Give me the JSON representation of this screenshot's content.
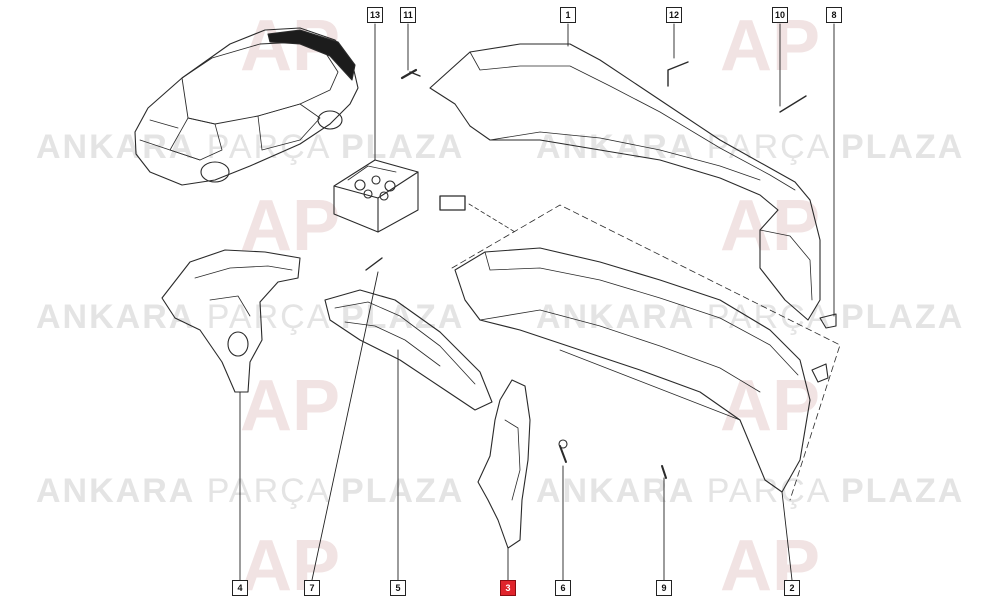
{
  "watermark": {
    "brand_bold": "ANKARA",
    "brand_light": "PARÇA",
    "brand_bold2": "PLAZA",
    "logo_text": "AP",
    "color": "#e4e4e4"
  },
  "parts": [
    {
      "label": "1"
    },
    {
      "label": "2"
    },
    {
      "label": "3",
      "highlighted": true,
      "highlight_color": "#e0242c"
    },
    {
      "label": "4"
    },
    {
      "label": "5"
    },
    {
      "label": "6"
    },
    {
      "label": "7"
    },
    {
      "label": "8"
    },
    {
      "label": "9"
    },
    {
      "label": "10"
    },
    {
      "label": "11"
    },
    {
      "label": "12"
    },
    {
      "label": "13"
    }
  ]
}
